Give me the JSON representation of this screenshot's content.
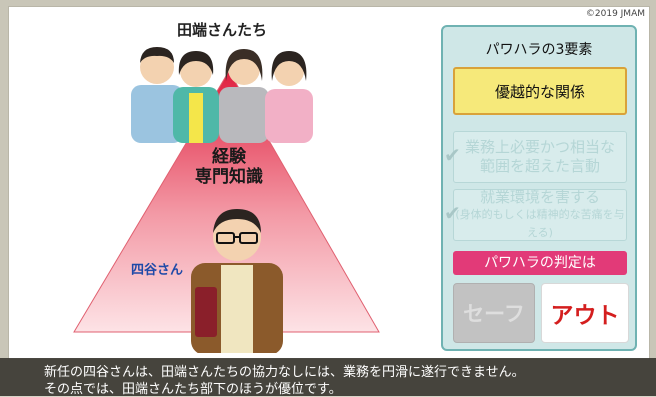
{
  "copyright": "©2019 JMAM",
  "group": {
    "title": "田端さんたち"
  },
  "person": {
    "label": "四谷さん"
  },
  "skill": {
    "line1": "経験",
    "line2": "専門知識"
  },
  "panel": {
    "title": "パワハラの3要素",
    "req1": "優越的な関係",
    "req2_line1": "業務上必要かつ相当な",
    "req2_line2": "範囲を超えた言動",
    "req3_line1": "就業環境を害する",
    "req3_line2": "(身体的もしくは精神的な苦痛を与える)",
    "judge": "パワハラの判定は",
    "safe": "セーフ",
    "out": "アウト"
  },
  "caption": {
    "line1": "新任の四谷さんは、田端さんたちの協力なしには、業務を円滑に遂行できません。",
    "line2": "その点では、田端さんたち部下のほうが優位です。"
  },
  "colors": {
    "accent": "#e23a78",
    "panel_bg": "#cfe7e7",
    "highlight": "#f6e97a",
    "out": "#d41e1e"
  }
}
